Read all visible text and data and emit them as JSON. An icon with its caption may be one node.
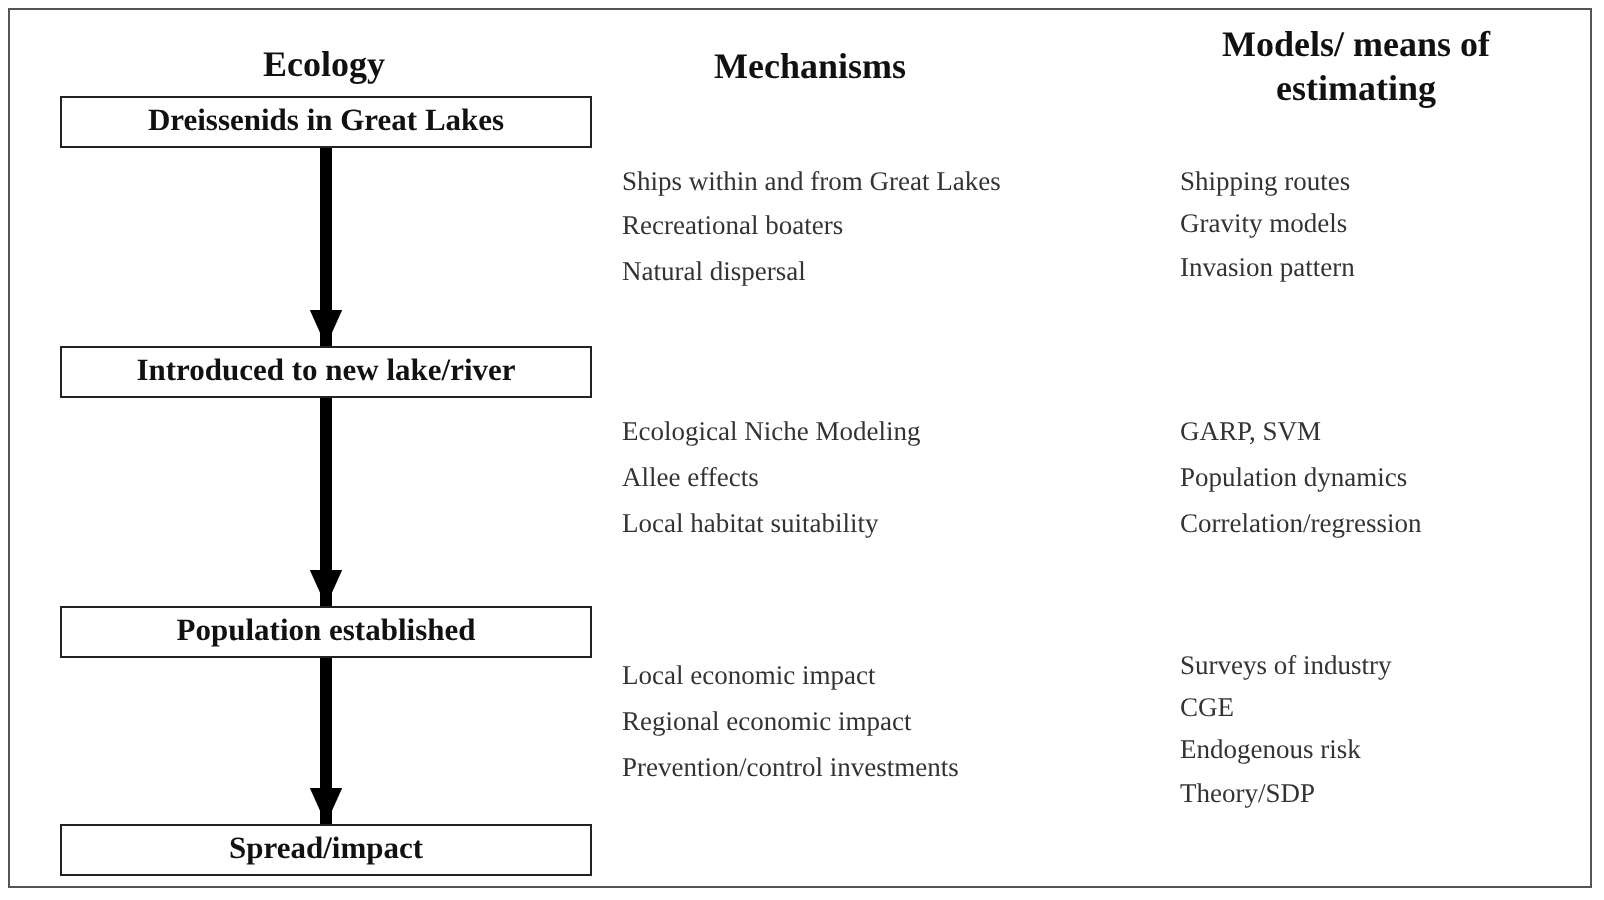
{
  "diagram": {
    "nodes": [
      {
        "text": [
          "Dreissenids in Great Lakes"
        ]
      },
      {
        "text": [
          "Introduced to new lake/river"
        ]
      },
      {
        "text": [
          "Population established"
        ]
      },
      {
        "text": [
          "Spread/impact"
        ]
      }
    ],
    "edges": [
      {
        "from": 0,
        "to": 1,
        "arrow": "to"
      },
      {
        "from": 1,
        "to": 2,
        "arrow": "to"
      },
      {
        "from": 2,
        "to": 3,
        "arrow": "to"
      }
    ],
    "labels": [
      "Ecology",
      "Mechanisms",
      "Models/ means of estimating",
      "Ships within and from Great Lakes",
      "Shipping routes",
      "Recreational boaters",
      "Gravity models",
      "Natural dispersal",
      "Invasion pattern",
      "Ecological Niche Modeling",
      "GARP, SVM",
      "Allee effects",
      "Population dynamics",
      "Local habitat suitability",
      "Correlation/regression",
      "Surveys of industry",
      "Local economic impact",
      "CGE",
      "Regional economic impact",
      "Endogenous risk",
      "Prevention/control investments",
      "Theory/SDP"
    ]
  }
}
